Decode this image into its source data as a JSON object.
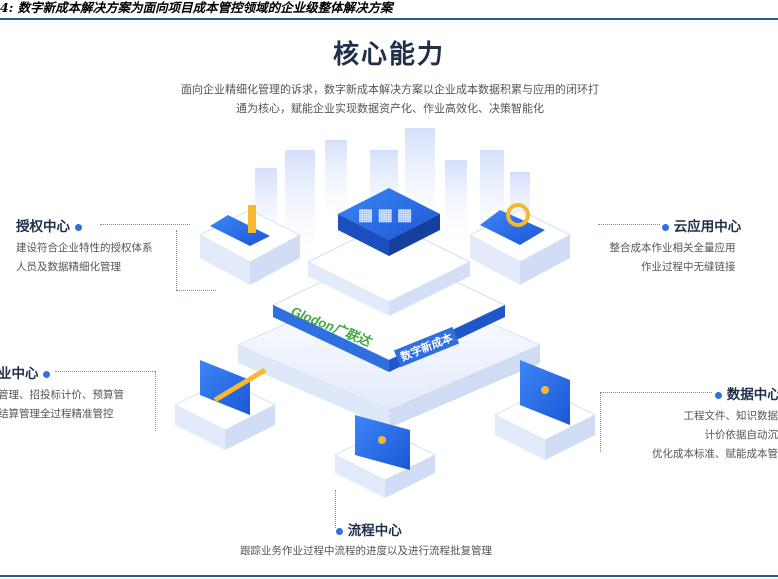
{
  "caption": "4: 数字新成本解决方案为面向项目成本管控领域的企业级整体解决方案",
  "title": "核心能力",
  "intro": {
    "line1": "面向企业精细化管理的诉求，数字新成本解决方案以企业成本数据积累与应用的闭环打",
    "line2": "通为核心，赋能企业实现数据资产化、作业高效化、决策智能化"
  },
  "nodes": {
    "auth": {
      "title": "授权中心",
      "desc1": "建设符合企业特性的授权体系",
      "desc2": "人员及数据精细化管理"
    },
    "cloud": {
      "title": "云应用中心",
      "desc1": "整合成本作业相关全量应用",
      "desc2": "作业过程中无缝链接"
    },
    "business": {
      "title": "业中心",
      "desc1": "管理、招投标计价、预算管",
      "desc2": "结算管理全过程精准管控"
    },
    "data": {
      "title": "数据中心",
      "desc1": "工程文件、知识数据",
      "desc2": "计价依据自动沉",
      "desc3": "优化成本标准、赋能成本管"
    },
    "process": {
      "title": "流程中心",
      "desc1": "跟踪业务作业过程中流程的进度以及进行流程批复管理"
    }
  },
  "brand": {
    "logo_text": "Glodon广联达",
    "product_text": "数字新成本"
  },
  "colors": {
    "accent": "#2f6fe0",
    "dark": "#1f2f4a",
    "block_blue": "#2a6fe8",
    "icon_yellow": "#f5b82e"
  },
  "icons": [
    "key-icon",
    "cloud-link-icon",
    "checklist-chart-icon",
    "data-network-icon",
    "flow-tree-icon"
  ]
}
